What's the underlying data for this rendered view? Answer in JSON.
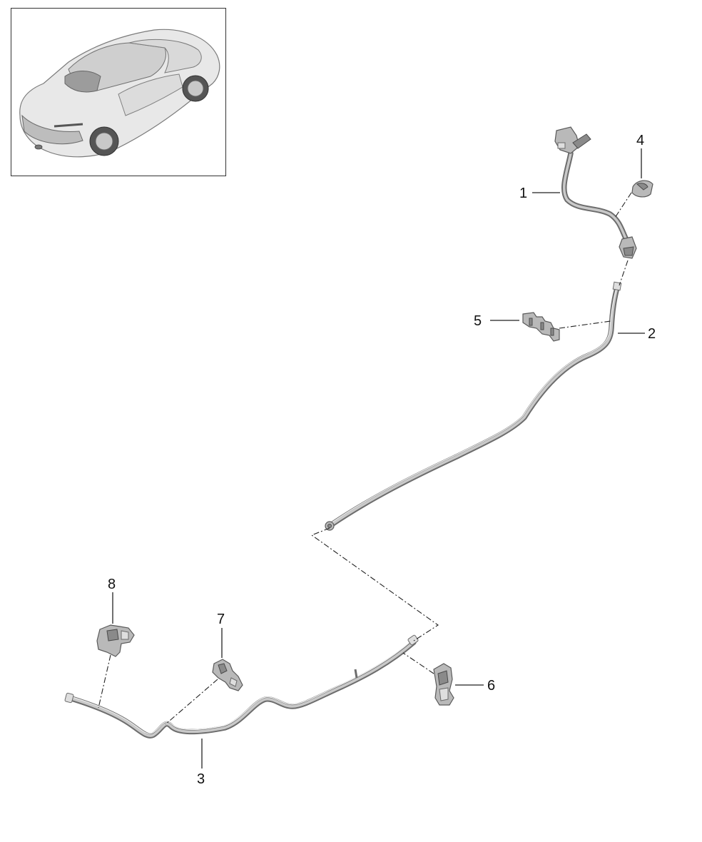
{
  "thumbnail": {
    "icon": "car-thumbnail-icon"
  },
  "callouts": [
    {
      "id": "1",
      "label": "1"
    },
    {
      "id": "2",
      "label": "2"
    },
    {
      "id": "3",
      "label": "3"
    },
    {
      "id": "4",
      "label": "4"
    },
    {
      "id": "5",
      "label": "5"
    },
    {
      "id": "6",
      "label": "6"
    },
    {
      "id": "7",
      "label": "7"
    },
    {
      "id": "8",
      "label": "8"
    }
  ],
  "colors": {
    "line": "#222222",
    "part_fill": "#b9b9b9",
    "part_stroke": "#5a5a5a",
    "background": "#ffffff"
  }
}
